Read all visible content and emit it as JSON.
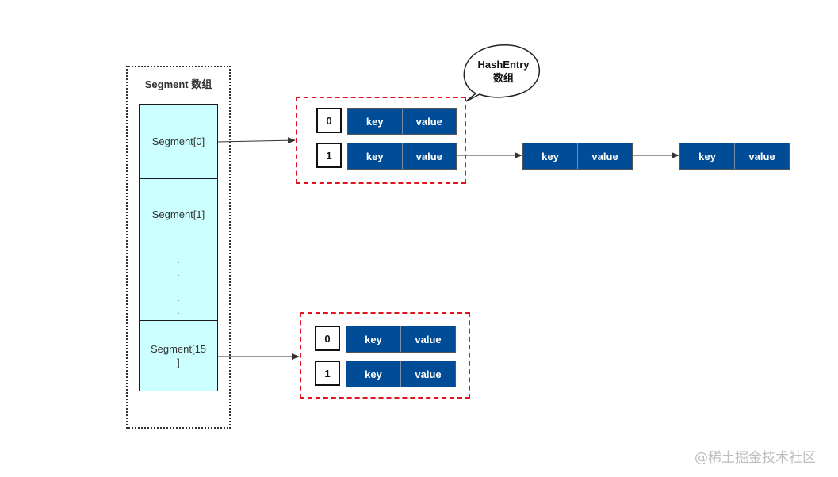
{
  "segment_array": {
    "title": "Segment 数组",
    "cells": [
      "Segment[0]",
      "Segment[1]",
      "Segment[15\n]"
    ],
    "ellipsis": ". . . . ."
  },
  "callout": {
    "line1": "HashEntry",
    "line2": "数组"
  },
  "tables": [
    {
      "rows": [
        {
          "index": "0",
          "key": "key",
          "value": "value"
        },
        {
          "index": "1",
          "key": "key",
          "value": "value"
        }
      ]
    },
    {
      "rows": [
        {
          "index": "0",
          "key": "key",
          "value": "value"
        },
        {
          "index": "1",
          "key": "key",
          "value": "value"
        }
      ]
    }
  ],
  "chain": [
    {
      "key": "key",
      "value": "value"
    },
    {
      "key": "key",
      "value": "value"
    }
  ],
  "watermark": "@稀土掘金技术社区",
  "colors": {
    "segment_fill": "#ccffff",
    "entry_fill": "#004c97",
    "bucket_border": "#e0141e"
  }
}
